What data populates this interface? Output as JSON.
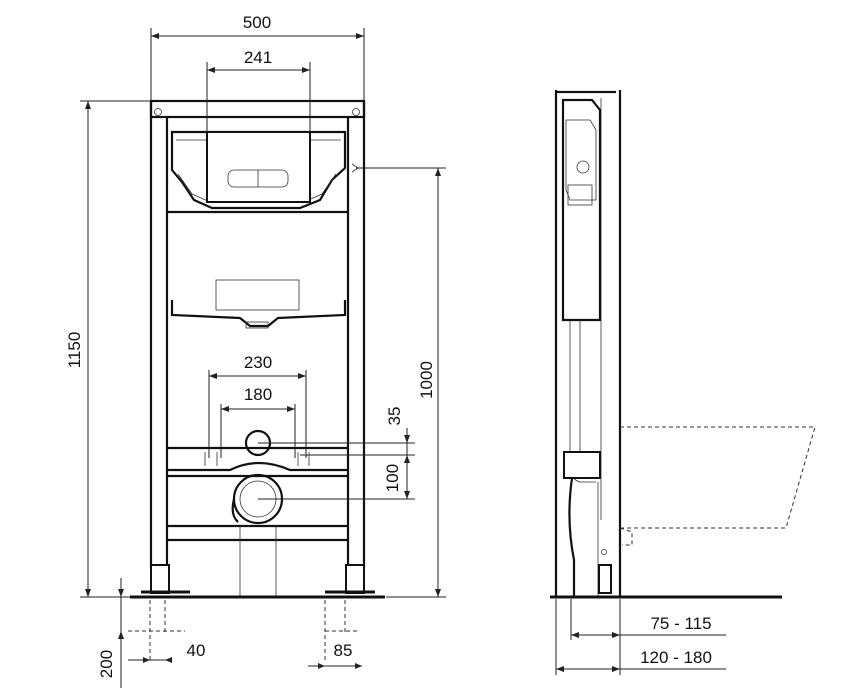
{
  "dimensions": {
    "frame_width": "500",
    "flush_plate_width": "241",
    "total_height": "1150",
    "actuation_height": "1000",
    "bolt_spacing_outer": "230",
    "bolt_spacing_inner": "180",
    "inlet_offset": "35",
    "outlet_offset": "100",
    "foot_left": "40",
    "foot_right": "85",
    "foot_adjust": "200",
    "wall_depth_inner": "75 - 115",
    "wall_depth_outer": "120 - 180"
  },
  "colors": {
    "line": "#111111",
    "dimension": "#222222"
  }
}
